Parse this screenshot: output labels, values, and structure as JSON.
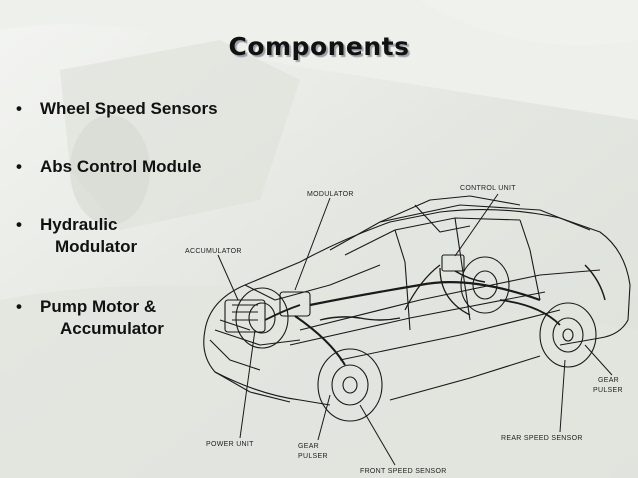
{
  "slide": {
    "title": "Components",
    "bullets": [
      {
        "text": "Wheel Speed Sensors"
      },
      {
        "text": "Abs Control Module"
      },
      {
        "text": "Hydraulic",
        "continuation": "Modulator"
      },
      {
        "text": "Pump Motor &",
        "continuation": "Accumulator"
      }
    ],
    "bullet_glyph": "•"
  },
  "diagram": {
    "labels": {
      "modulator": "MODULATOR",
      "control_unit": "CONTROL UNIT",
      "accumulator": "ACCUMULATOR",
      "gear_pulser_right_1": "GEAR",
      "gear_pulser_right_2": "PULSER",
      "rear_speed_sensor": "REAR SPEED SENSOR",
      "power_unit": "POWER UNIT",
      "gear_pulser_bottom_1": "GEAR",
      "gear_pulser_bottom_2": "PULSER",
      "front_speed_sensor": "FRONT SPEED SENSOR"
    }
  },
  "colors": {
    "background": "#e9ebe6",
    "text": "#111111",
    "line": "#1a1a1a"
  }
}
